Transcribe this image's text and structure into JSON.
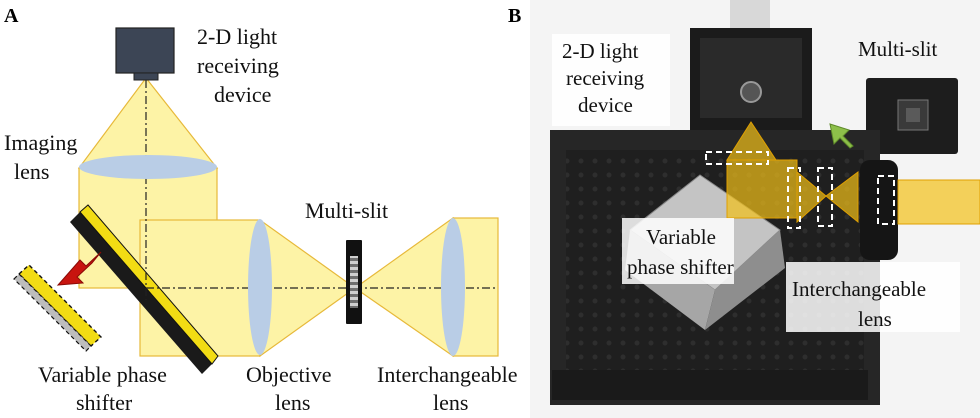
{
  "panel_a": {
    "letter": "A",
    "labels": {
      "receiver_line1": "2-D light",
      "receiver_line2": "receiving",
      "receiver_line3": "device",
      "imaging_line1": "Imaging",
      "imaging_line2": "lens",
      "multislit": "Multi-slit",
      "vps_line1": "Variable phase",
      "vps_line2": "shifter",
      "objective_line1": "Objective",
      "objective_line2": "lens",
      "interchangeable_line1": "Interchangeable",
      "interchangeable_line2": "lens"
    }
  },
  "panel_b": {
    "letter": "B",
    "labels": {
      "receiver_line1": "2-D light",
      "receiver_line2": "receiving",
      "receiver_line3": "device",
      "multislit": "Multi-slit",
      "vps_line1": "Variable",
      "vps_line2": "phase shifter",
      "interchangeable_line1": "Interchangeable",
      "interchangeable_line2": "lens"
    }
  },
  "colors": {
    "beam_fill": "#fdf3a6",
    "beam_stroke": "#e7b93a",
    "lens_fill": "#b9cde6",
    "mirror_fill": "#f2dc14",
    "arrow_red": "#c8140f",
    "arrow_green": "#8dbf4a",
    "camera": "#3c4555"
  }
}
